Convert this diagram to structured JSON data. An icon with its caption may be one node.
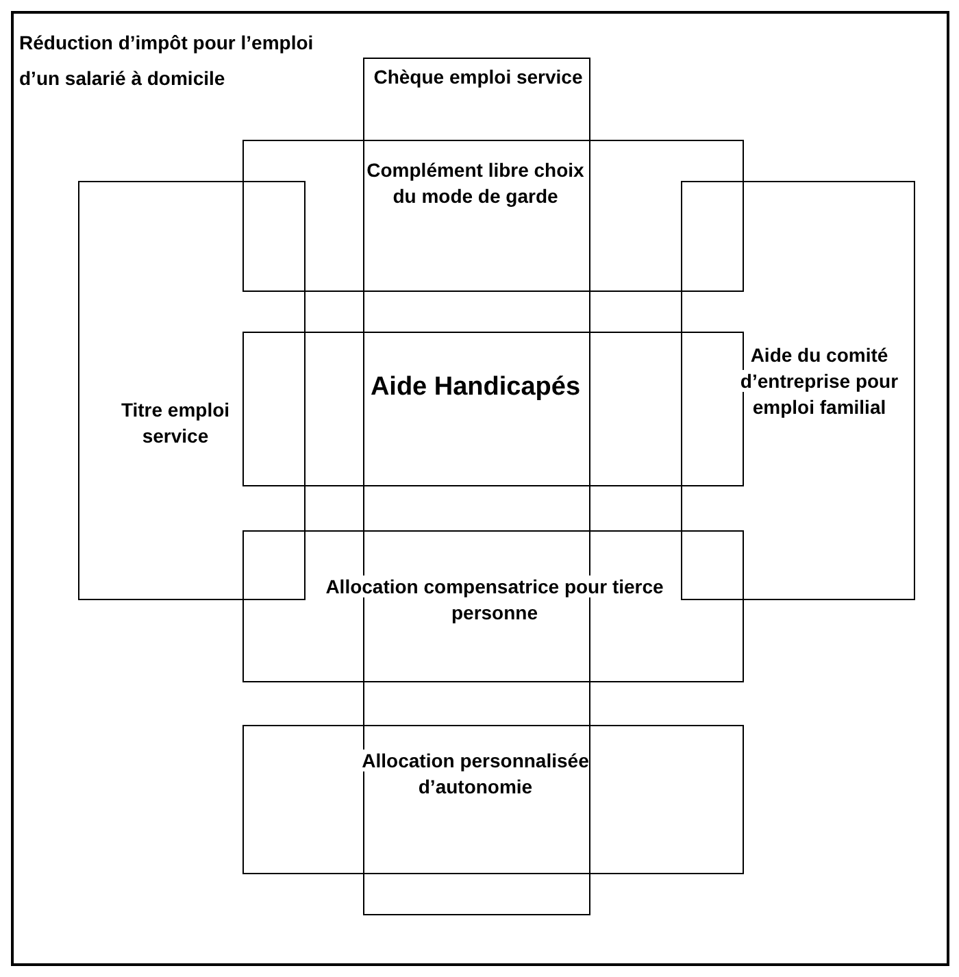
{
  "diagram": {
    "nodes": [
      {
        "text": [
          "Réduction d’impôt pour l’emploi d’un salarié à domicile"
        ]
      },
      {
        "text": [
          "Chèque emploi service"
        ],
        "in": 0
      },
      {
        "text": [
          "Complément libre choix du mode de garde"
        ],
        "in": 0
      },
      {
        "text": [
          "Titre emploi service"
        ],
        "in": 0
      },
      {
        "text": [
          "Aide du comité d’entreprise pour emploi familial"
        ],
        "in": 0
      },
      {
        "text": [
          "Aide Handicapés"
        ],
        "in": 0
      },
      {
        "text": [
          "Allocation compensatrice pour tierce personne"
        ],
        "in": 0
      },
      {
        "text": [
          "Allocation personnalisée d’autonomie"
        ],
        "in": 0
      }
    ]
  }
}
